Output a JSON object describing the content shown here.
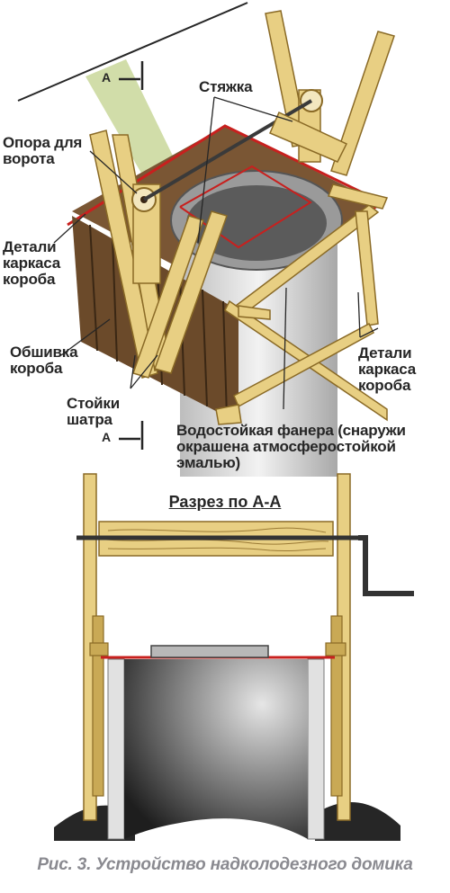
{
  "labels": {
    "styazhka": "Стяжка",
    "opora": "Опора для\nворота",
    "detali_left": "Детали\nкаркаса\nкороба",
    "obshivka": "Обшивка\nкороба",
    "stoyki": "Стойки\nшатра",
    "detali_right": "Детали\nкаркаса\nкороба",
    "fanera": "Водостойкая фанера (снаружи\nокрашена атмосферостойкой\nэмалью)"
  },
  "section_marks": {
    "top": "А",
    "bottom": "А"
  },
  "section_title": "Разрез по А-А",
  "caption": "Рис. 3. Устройство надколодезного домика",
  "colors": {
    "wood": "#e8cf83",
    "wood_dark": "#b8963f",
    "box_brown": "#6b4a2a",
    "red_line": "#c8201e",
    "concrete": "#d9d9d9",
    "ink": "#262626"
  }
}
